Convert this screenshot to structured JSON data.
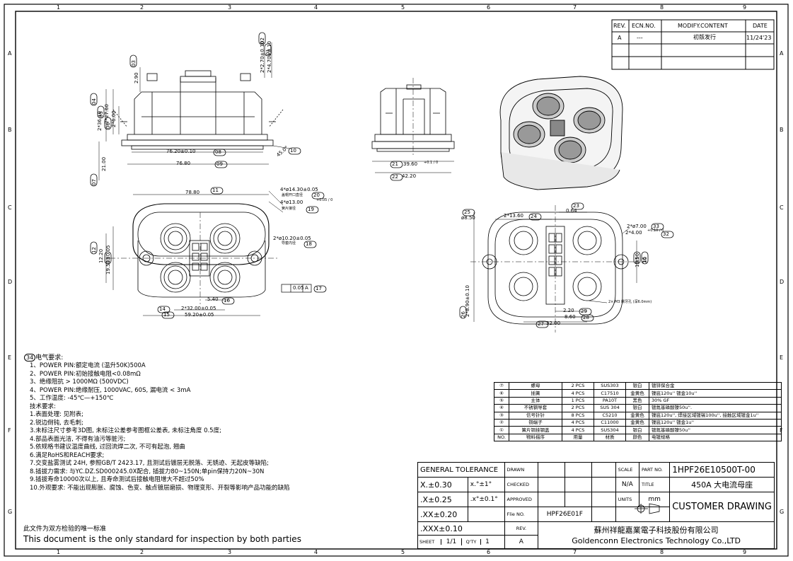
{
  "border": {
    "columns": [
      "1",
      "2",
      "3",
      "4",
      "5",
      "6",
      "7",
      "8",
      "9"
    ],
    "rows": [
      "A",
      "B",
      "C",
      "D",
      "E",
      "F",
      "G"
    ]
  },
  "revision": {
    "headers": [
      "REV.",
      "ECN.NO.",
      "MODIFY.CONTENT",
      "DATE"
    ],
    "rows": [
      [
        "A",
        "---",
        "初版发行",
        "11/24'23"
      ]
    ]
  },
  "dims": {
    "d01": "2*4.70±0.10",
    "d02": "2*2.70±0.10",
    "d03": "2.90",
    "d04": "2*36.10",
    "d05": "2*27.60",
    "d06": "2*6.00",
    "d07": "21.00",
    "d08": "76.20±0.10",
    "d09": "76.80",
    "d10": "45.0°",
    "d11": "78.80",
    "d12": "12.20",
    "d13": "19.50±0.05",
    "d14": "2*32.00±0.05",
    "d15": "59.20±0.05",
    "d16": "5.40",
    "d17": "0.05",
    "d17ref": "A",
    "d18": "2*ø10.20±0.05",
    "d18n": "导套内径",
    "d19": "4*ø13.00",
    "d19tol": "+0.05 / 0",
    "d19n": "簧片接径",
    "d20": "4*ø14.30±0.05",
    "d20n": "盖帽开口直径",
    "d21": "39.60",
    "d21tol": "+0.1 / 0",
    "d22": "42.20",
    "d23": "0.64",
    "d24": "2*13.60",
    "d25": "ø8.50",
    "d26": "2*8.90±0.10",
    "d27": "32.00",
    "d28": "8.60",
    "d29": "2.20",
    "d30": "19.50",
    "d31": "16",
    "d32": "2*4.00",
    "d32tol": "+0.10 / 0",
    "d33": "2*ø7.00",
    "screw": "2× M3 螺牙孔 (深6.0mm)"
  },
  "balloons": [
    "01",
    "02",
    "03",
    "04",
    "05",
    "06",
    "07",
    "08",
    "09",
    "10",
    "11",
    "12",
    "13",
    "14",
    "15",
    "16",
    "17",
    "18",
    "19",
    "20",
    "21",
    "22",
    "23",
    "24",
    "25",
    "26",
    "27",
    "28",
    "29",
    "30",
    "31",
    "32",
    "33",
    "34"
  ],
  "notes": {
    "balloon": "34",
    "title": "电气要求:",
    "lines": [
      "1、POWER PIN:额定电流 (温升50K)500A",
      "2、POWER PIN:初始接触电阻<0.08mΩ",
      "3、绝缘阻抗 > 1000MΩ (500VDC)",
      "4、POWER PIN:绝缘耐压, 1000VAC, 60S, 漏电流 < 3mA",
      "5、工作温度: -45℃—+150℃",
      "技术要求:",
      "1.表面处理: 见附表;",
      "2.锐边倒钝, 去毛刺;",
      "3.未标注尺寸参考3D图, 未标注公差参考图框公差表, 未标注角度 0.5度;",
      "4.部品表面光洁, 不得有油污等脏污;",
      "5.依规格书建议温度曲线, 过回流焊二次, 不可有起泡, 翘曲",
      "6.满足RoHS和REACH要求;",
      "7.交变盐雾测试 24H, 参照GB/T 2423.17, 且测试后镀层无脱落、无锈迹、无起皮等缺陷;",
      "8.插拔力需求: 与YC.DZ.SD000245.0X配合, 插拔力80~150N;单pin保持力20N~30N",
      "9.插拔寿命10000次以上, 且寿命测试后接触电阻增大不超过50%",
      "10.外观要求: 不能出现膨胀、腐蚀、色变、触点镀层磨损、物理变形、开裂等影响产品功能的缺陷"
    ]
  },
  "bom": {
    "rows": [
      [
        "⑦",
        "螺母",
        "2 PCS",
        "SUS303",
        "银白",
        "镀锌保合金"
      ],
      [
        "⑥",
        "插簧",
        "4 PCS",
        "C17510",
        "金黄色",
        "镍底120u'' 镀金10u''"
      ],
      [
        "⑤",
        "主体",
        "1 PCS",
        "PA10T",
        "黑色",
        "30% GF"
      ],
      [
        "④",
        "不锈钢导套",
        "2 PCS",
        "SUS 304",
        "银白",
        "镀氮基磷酸镍50u''."
      ],
      [
        "③",
        "信号针针",
        "8 PCS",
        "C5210",
        "金黄色",
        "镍底120u'', 焊接区域镀锡100u'', 接触区域镀金1u''"
      ],
      [
        "②",
        "铜端子",
        "4 PCS",
        "C11000",
        "金黄色",
        "镍底120u'' 镀金1u''"
      ],
      [
        "①",
        "簧片铜挂钢盖",
        "4 PCS",
        "SUS304",
        "银白",
        "镀氮基磷酸镍50u''"
      ]
    ],
    "header": [
      "NO.",
      "物料描序",
      "用量",
      "材质",
      "颜色",
      "电镀规格"
    ]
  },
  "titleblock": {
    "general_tolerance": "GENERAL TOLERANCE",
    "tol": [
      [
        "X.±0.30",
        "x.°±1°"
      ],
      [
        ".X±0.25",
        ".x°±0.1°"
      ],
      [
        ".XX±0.20",
        ""
      ],
      [
        ".XXX±0.10",
        ""
      ]
    ],
    "drawn": "DRAWN",
    "checked": "CHECKED",
    "approved": "APPROVED",
    "file_no_label": "Flie NO.",
    "file_no": "HPF26E01F",
    "rev_label": "REV.",
    "rev": "A",
    "sheet_label": "SHEET",
    "sheet": "1/1",
    "qty_label": "Q'TY",
    "qty": "1",
    "scale_label": "SCALE",
    "scale": "N/A",
    "part_no_label": "PART NO.",
    "part_no": "1HPF26E10500T-00",
    "title_label": "TITLE",
    "title": "450A 大电流母座",
    "units_label": "UNITS",
    "units": "mm",
    "drawing_type": "CUSTOMER DRAWING",
    "company_cn": "蘇州祥龍嘉業電子科技股份有限公司",
    "company_en": "Goldenconn Electronics Technology Co.,LTD"
  },
  "footer": {
    "cn": "此文件为双方检验的唯一标准",
    "en": "This document is the only standard for inspection by both parties"
  }
}
